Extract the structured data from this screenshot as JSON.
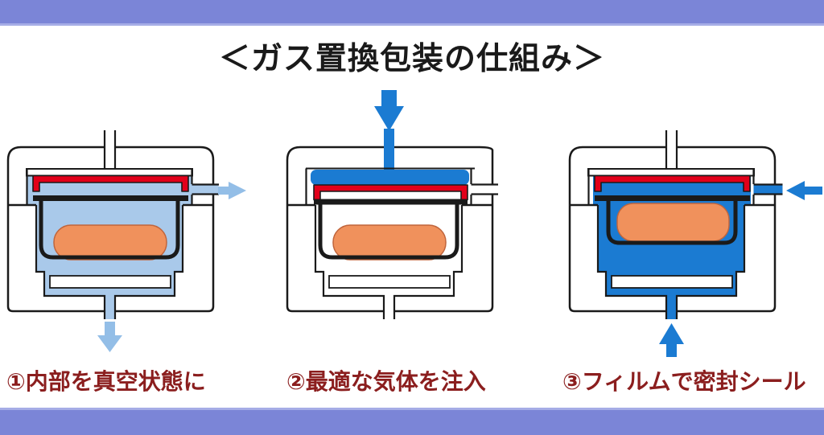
{
  "title": "＜ガス置換包装の仕組み＞",
  "steps": [
    {
      "label": "①内部を真空状態に",
      "stage": "vacuum"
    },
    {
      "label": "②最適な気体を注入",
      "stage": "gas-injection"
    },
    {
      "label": "③フィルムで密封シール",
      "stage": "film-seal"
    }
  ],
  "icons": {
    "machine1_right_arrow": "air-exhaust-arrow-right",
    "machine1_bottom_arrow": "air-exhaust-arrow-down",
    "machine2_top_arrow": "gas-inlet-arrow-down",
    "machine3_right_arrow": "gas-pressure-arrow-left",
    "machine3_bottom_arrow": "gas-pressure-arrow-up"
  },
  "colors": {
    "banner_purple": "#7B85D7",
    "banner_edge": "#A6ADE6",
    "light_blue": "#A9C9EA",
    "arrow_light_blue": "#93BEE7",
    "gas_blue": "#1B7BD2",
    "film_red": "#E2001A",
    "food_orange": "#F0915C",
    "food_outline": "#C0653C",
    "outline_black": "#1A1A1A",
    "caption_maroon": "#8B1E1E",
    "title_black": "#1A1A1A"
  }
}
